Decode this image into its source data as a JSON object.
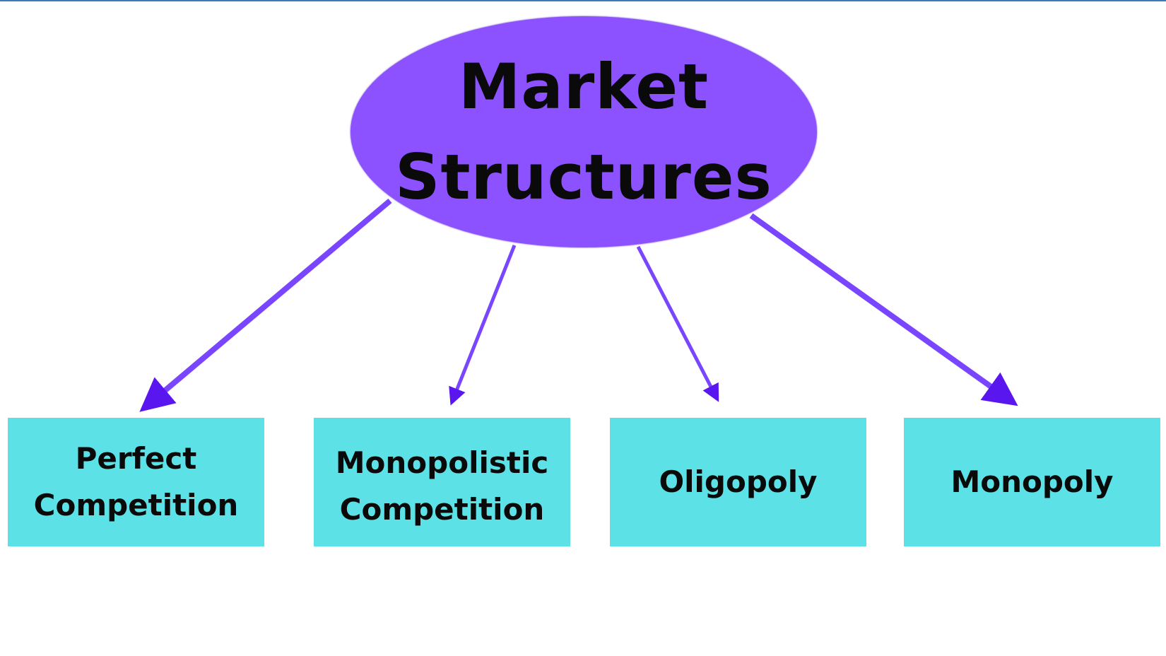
{
  "title": {
    "line1": "Market",
    "line2": "Structures"
  },
  "structures": [
    {
      "line1": "Perfect",
      "line2": "Competition"
    },
    {
      "line1": "Monopolistic",
      "line2": "Competition"
    },
    {
      "line1": "Oligopoly"
    },
    {
      "line1": "Monopoly"
    }
  ],
  "colors": {
    "ellipse": "#8c52ff",
    "box": "#5ce1e6",
    "arrow": "#7a45ff",
    "arrowhead": "#5a16ee"
  }
}
